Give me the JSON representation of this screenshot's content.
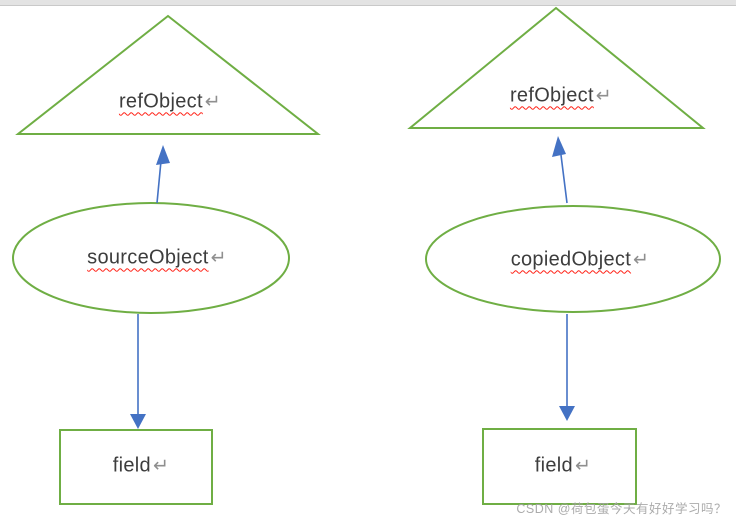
{
  "document": {
    "kind": "word-shape-diagram-screenshot"
  },
  "colors": {
    "shape_green": "#6fae44",
    "arrow_blue": "#4472c4",
    "text_color": "#3d3d3d",
    "return_mark_gray": "#8f8f8f",
    "spellcheck_red": "#ff2116",
    "watermark_gray": "#a3a3a3",
    "topbar_fill": "#e3e3e3",
    "topbar_edge": "#c9c9c9"
  },
  "glyphs": {
    "line_break_mark": "↵"
  },
  "left_diagram": {
    "triangle_label": "refObject",
    "ellipse_label": "sourceObject",
    "rect_label": "field"
  },
  "right_diagram": {
    "triangle_label": "refObject",
    "ellipse_label": "copiedObject",
    "rect_label": "field"
  },
  "watermark": {
    "text": "CSDN @荷包蛋今天有好好学习吗？"
  }
}
